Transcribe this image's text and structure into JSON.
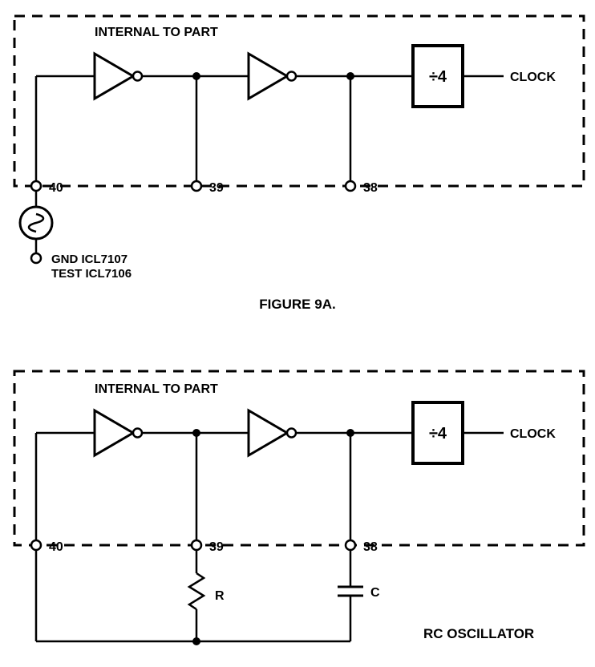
{
  "figure_top": {
    "internal_label": "INTERNAL TO PART",
    "divider_label": "÷4",
    "clock_label": "CLOCK",
    "pins": {
      "p40": "40",
      "p39": "39",
      "p38": "38"
    },
    "source_line1": "GND ICL7107",
    "source_line2": "TEST ICL7106",
    "caption": "FIGURE 9A."
  },
  "figure_bottom": {
    "internal_label": "INTERNAL TO PART",
    "divider_label": "÷4",
    "clock_label": "CLOCK",
    "pins": {
      "p40": "40",
      "p39": "39",
      "p38": "38"
    },
    "resistor_label": "R",
    "capacitor_label": "C",
    "caption": "RC OSCILLATOR"
  },
  "colors": {
    "line": "#000000",
    "background": "#ffffff"
  }
}
